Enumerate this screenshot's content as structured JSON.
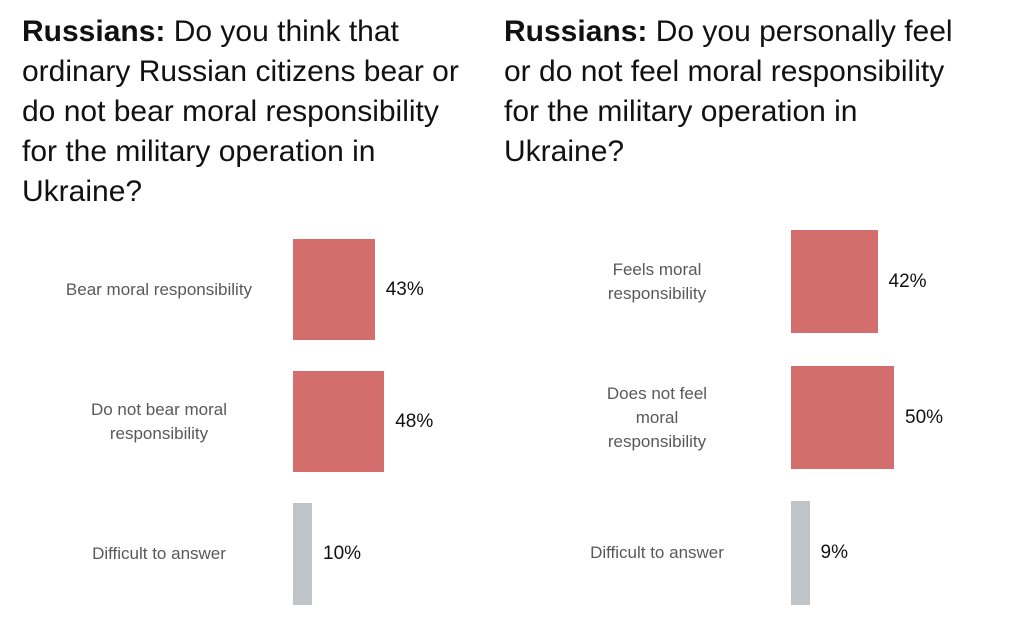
{
  "chart_data": [
    {
      "type": "bar",
      "orientation": "horizontal",
      "title_bold": "Russians:",
      "title_lines": [
        "Do you think that",
        "ordinary Russian citizens bear or",
        "do not bear moral responsibility",
        "for the military operation in",
        "Ukraine?"
      ],
      "categories": [
        "Bear moral responsibility",
        "Do not bear moral responsibility",
        "Difficult to answer"
      ],
      "values": [
        43,
        48,
        10
      ],
      "value_labels": [
        "43%",
        "48%",
        "10%"
      ],
      "colors": [
        "#d36e6d",
        "#d36e6d",
        "#bfc4c8"
      ],
      "xlim": [
        0,
        100
      ]
    },
    {
      "type": "bar",
      "orientation": "horizontal",
      "title_bold": "Russians:",
      "title_lines": [
        "Do you personally feel",
        "or do not feel moral responsibility",
        "for the military operation in",
        "Ukraine?"
      ],
      "categories": [
        "Feels moral responsibility",
        "Does not feel moral responsibility",
        "Difficult to answer"
      ],
      "values": [
        42,
        50,
        9
      ],
      "value_labels": [
        "42%",
        "50%",
        "9%"
      ],
      "colors": [
        "#d36e6d",
        "#d36e6d",
        "#bfc4c8"
      ],
      "xlim": [
        0,
        100
      ]
    }
  ]
}
